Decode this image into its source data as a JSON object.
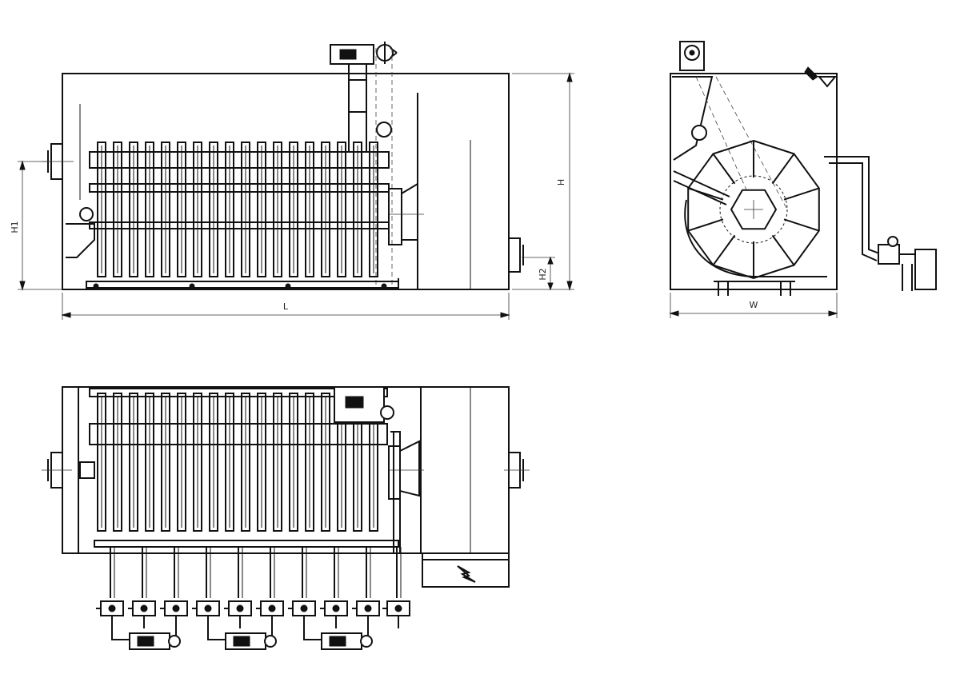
{
  "dimensions": {
    "length": "L",
    "height": "H",
    "h1": "H1",
    "h2": "H2",
    "width": "W"
  }
}
